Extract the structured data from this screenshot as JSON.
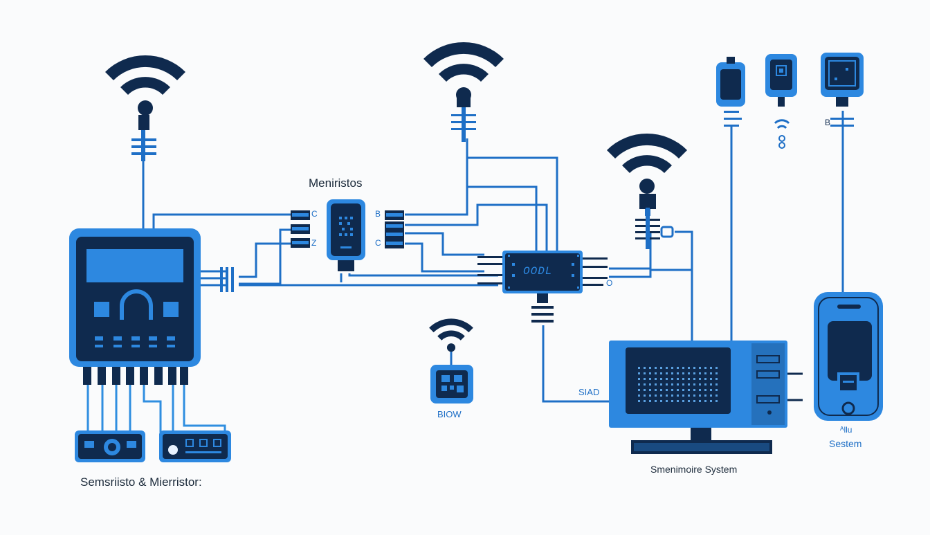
{
  "colors": {
    "dark_navy": "#0f2a4e",
    "mid_blue": "#1e6fc6",
    "bright_blue": "#2f8ee0",
    "screen_blue": "#2d88e0",
    "background": "#fafbfc"
  },
  "labels": {
    "memristor_title": "Meniristos",
    "memristor_pin_left_top": "C",
    "memristor_pin_left_bottom": "Z",
    "memristor_pin_right_top": "B",
    "memristor_pin_right_bottom": "C",
    "controller_display": "OODL",
    "controller_pin_right": "O",
    "small_node_label": "BIOW",
    "monitor_side_label": "SIAD",
    "monitor_caption": "Smenimoire System",
    "phone_caption_top": "ᴬllu",
    "phone_caption": "Sestem",
    "right_pole_marker": "B",
    "bottom_left_caption": "Semsriisto & Mierristor:"
  },
  "icons": [
    "wifi-icon",
    "lock-icon",
    "memristor-chip-icon",
    "controller-chip-icon",
    "monitor-icon",
    "smartphone-icon",
    "sensor-device-icon",
    "qr-chip-icon",
    "clip-icon"
  ]
}
